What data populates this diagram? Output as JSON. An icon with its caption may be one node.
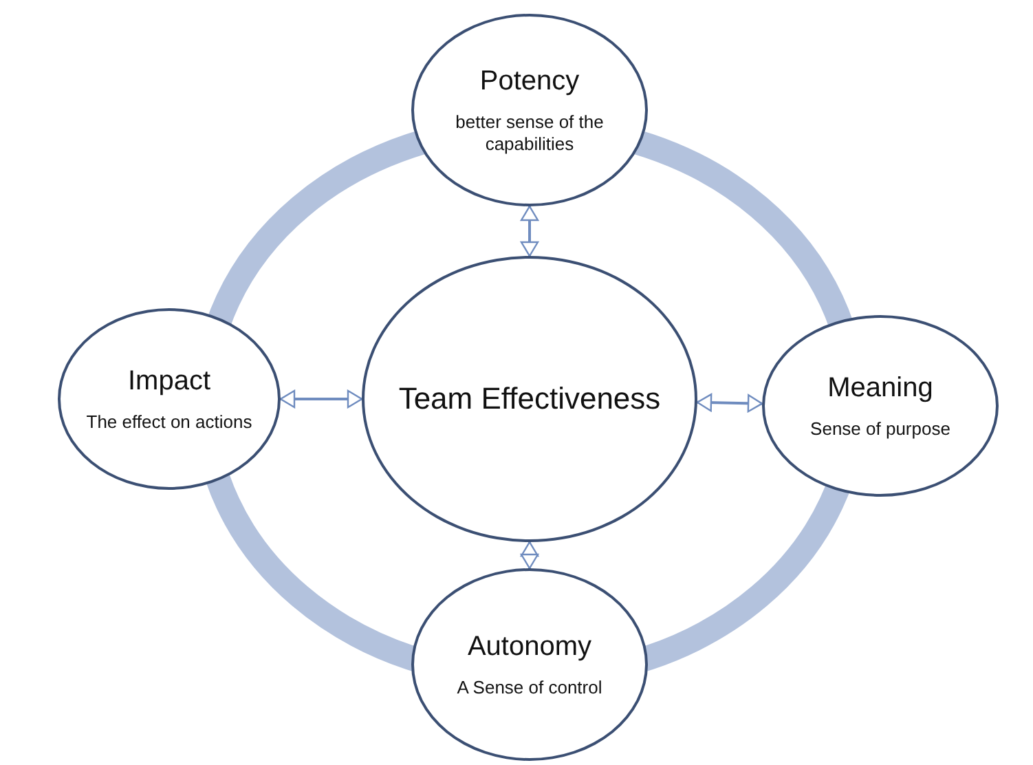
{
  "diagram": {
    "nodes": [
      {
        "text": [
          "Potency",
          "better sense of the capabilities"
        ]
      },
      {
        "text": [
          "Impact",
          "The effect on actions"
        ]
      },
      {
        "text": [
          "Team Effectiveness"
        ]
      },
      {
        "text": [
          "Meaning",
          "Sense of purpose"
        ]
      },
      {
        "text": [
          "Autonomy",
          "A Sense of control"
        ]
      }
    ],
    "edges": [
      {
        "from": 2,
        "to": 0,
        "arrow": "both"
      },
      {
        "from": 2,
        "to": 1,
        "arrow": "both"
      },
      {
        "from": 2,
        "to": 3,
        "arrow": "both"
      },
      {
        "from": 2,
        "to": 4,
        "arrow": "both"
      }
    ]
  }
}
